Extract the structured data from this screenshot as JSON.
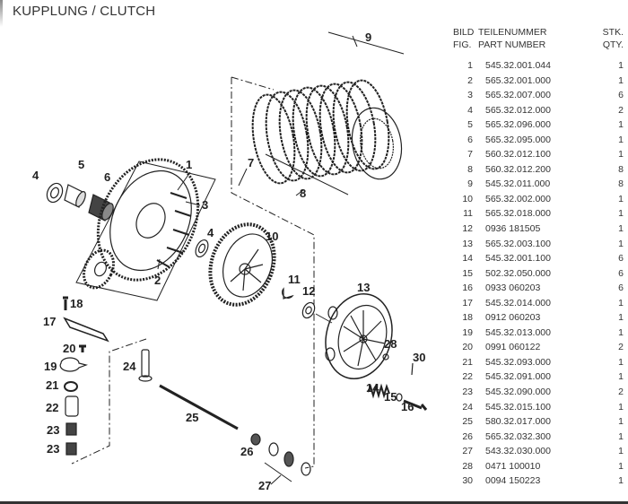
{
  "title": "KUPPLUNG / CLUTCH",
  "table": {
    "headers": {
      "fig_de": "BILD",
      "fig_en": "FIG.",
      "part_de": "TEILENUMMER",
      "part_en": "PART NUMBER",
      "qty_de": "STK.",
      "qty_en": "QTY."
    },
    "rows": [
      {
        "fig": "1",
        "part": "545.32.001.044",
        "qty": "1"
      },
      {
        "fig": "2",
        "part": "565.32.001.000",
        "qty": "1"
      },
      {
        "fig": "3",
        "part": "565.32.007.000",
        "qty": "6"
      },
      {
        "fig": "4",
        "part": "565.32.012.000",
        "qty": "2"
      },
      {
        "fig": "5",
        "part": "565.32.096.000",
        "qty": "1"
      },
      {
        "fig": "6",
        "part": "565.32.095.000",
        "qty": "1"
      },
      {
        "fig": "7",
        "part": "560.32.012.100",
        "qty": "1"
      },
      {
        "fig": "8",
        "part": "560.32.012.200",
        "qty": "8"
      },
      {
        "fig": "9",
        "part": "545.32.011.000",
        "qty": "8"
      },
      {
        "fig": "10",
        "part": "565.32.002.000",
        "qty": "1"
      },
      {
        "fig": "11",
        "part": "565.32.018.000",
        "qty": "1"
      },
      {
        "fig": "12",
        "part": "0936 181505",
        "qty": "1"
      },
      {
        "fig": "13",
        "part": "565.32.003.100",
        "qty": "1"
      },
      {
        "fig": "14",
        "part": "545.32.001.100",
        "qty": "6"
      },
      {
        "fig": "15",
        "part": "502.32.050.000",
        "qty": "6"
      },
      {
        "fig": "16",
        "part": "0933 060203",
        "qty": "6"
      },
      {
        "fig": "17",
        "part": "545.32.014.000",
        "qty": "1"
      },
      {
        "fig": "18",
        "part": "0912 060203",
        "qty": "1"
      },
      {
        "fig": "19",
        "part": "545.32.013.000",
        "qty": "1"
      },
      {
        "fig": "20",
        "part": "0991 060122",
        "qty": "2"
      },
      {
        "fig": "21",
        "part": "545.32.093.000",
        "qty": "1"
      },
      {
        "fig": "22",
        "part": "545.32.091.000",
        "qty": "1"
      },
      {
        "fig": "23",
        "part": "545.32.090.000",
        "qty": "2"
      },
      {
        "fig": "24",
        "part": "545.32.015.100",
        "qty": "1"
      },
      {
        "fig": "25",
        "part": "580.32.017.000",
        "qty": "1"
      },
      {
        "fig": "26",
        "part": "565.32.032.300",
        "qty": "1"
      },
      {
        "fig": "27",
        "part": "543.32.030.000",
        "qty": "1"
      },
      {
        "fig": "28",
        "part": "0471 100010",
        "qty": "1"
      },
      {
        "fig": "30",
        "part": "0094 150223",
        "qty": "1"
      }
    ]
  },
  "diagram": {
    "callouts": {
      "c1": "1",
      "c2": "2",
      "c3": "3",
      "c4a": "4",
      "c4b": "4",
      "c5": "5",
      "c6": "6",
      "c7": "7",
      "c8": "8",
      "c9": "9",
      "c10": "10",
      "c11": "11",
      "c12": "12",
      "c13": "13",
      "c14": "14",
      "c15": "15",
      "c16": "16",
      "c17": "17",
      "c18": "18",
      "c19": "19",
      "c20": "20",
      "c21": "21",
      "c22": "22",
      "c23a": "23",
      "c23b": "23",
      "c24": "24",
      "c25": "25",
      "c26": "26",
      "c27": "27",
      "c28": "28",
      "c30": "30"
    }
  }
}
